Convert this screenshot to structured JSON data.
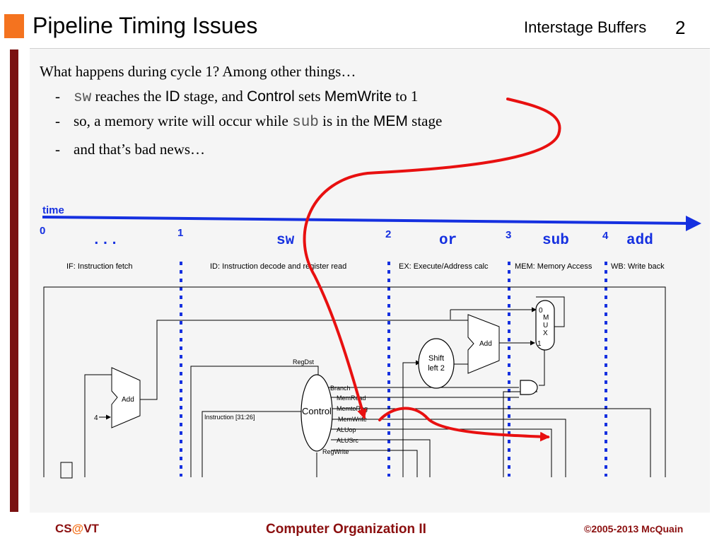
{
  "header": {
    "title": "Pipeline Timing Issues",
    "section": "Interstage Buffers",
    "page_number": "2"
  },
  "bullets": {
    "intro": "What happens during cycle 1?  Among other things…",
    "b1": {
      "a": "sw",
      "b": " reaches the ",
      "c": "ID",
      "d": " stage, and ",
      "e": "Control",
      "f": " sets ",
      "g": "MemWrite",
      "h": " to 1"
    },
    "b2": {
      "a": "so, a memory write will occur while ",
      "b": "sub",
      "c": " is in the ",
      "d": "MEM",
      "e": " stage"
    },
    "b3": "and that’s bad news…",
    "dash": "-"
  },
  "timeline": {
    "label": "time",
    "ticks": [
      "0",
      "1",
      "2",
      "3",
      "4"
    ],
    "instructions": [
      "...",
      "sw",
      "or",
      "sub",
      "add"
    ]
  },
  "stages": [
    "IF: Instruction fetch",
    "ID: Instruction decode and register read",
    "EX:  Execute/Address calc",
    "MEM:  Memory Access",
    "WB:  Write back"
  ],
  "datapath": {
    "add_left": "Add",
    "four": "4",
    "add_right": "Add",
    "shift": [
      "Shift",
      "left 2"
    ],
    "mux": [
      "0",
      "M",
      "U",
      "X",
      "1"
    ],
    "control": "Control",
    "instruction": "Instruction [31:26]",
    "signals": [
      "RegDst",
      "Branch",
      "MemRead",
      "MemtoReg",
      "MemWrite",
      "ALUop",
      "ALUSrc",
      "RegWrite"
    ]
  },
  "footer": {
    "left_cs": "CS",
    "left_at": "@",
    "left_vt": "VT",
    "center": "Computer Organization II",
    "right": "©2005-2013 McQuain"
  },
  "colors": {
    "accent_orange": "#f4731f",
    "bar_maroon": "#7a1111",
    "timeline_blue": "#1530e0",
    "arrow_red": "#e81010",
    "footer_red": "#8b0f0f"
  }
}
